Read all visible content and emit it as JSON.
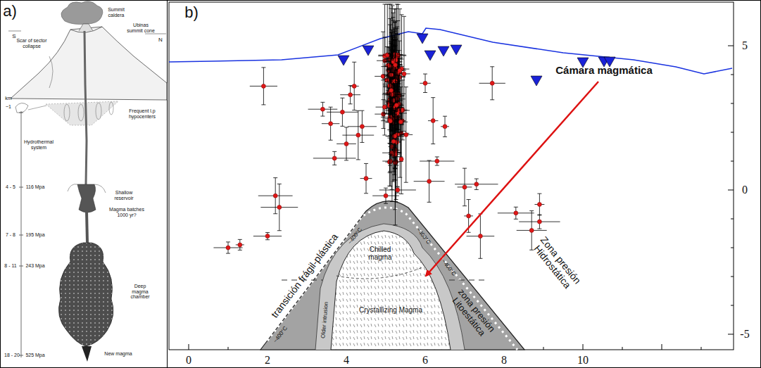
{
  "diagram": {
    "labels": [
      "a)",
      "b)",
      "S",
      "N",
      "Summit caldera",
      "Scar of sector collapse",
      "Ubinas summit cone",
      "km",
      "~1",
      "Frequent l.p hypocenters",
      "Hydrothermal system",
      "4 - 5",
      "116 Mpa",
      "Shallow reservoir",
      "Magma batches 1000 yr?",
      "7 - 8",
      "195 Mpa",
      "8 - 11",
      "243 Mpa",
      "Deep magma chamber",
      "18 - 20",
      "525 Mpa",
      "New magma",
      "Cámara magmática",
      "transición frágil-plástica",
      "~400°C",
      "~400°C",
      "~400°C",
      "~400°C",
      "Chilled magma",
      "Crystallizing Magma",
      "Older intrusion",
      "zona presión Litoestática",
      "Zona presión Hidrostática",
      "0",
      "2",
      "4",
      "6",
      "8",
      "10",
      "5",
      "0",
      "-5"
    ]
  }
}
